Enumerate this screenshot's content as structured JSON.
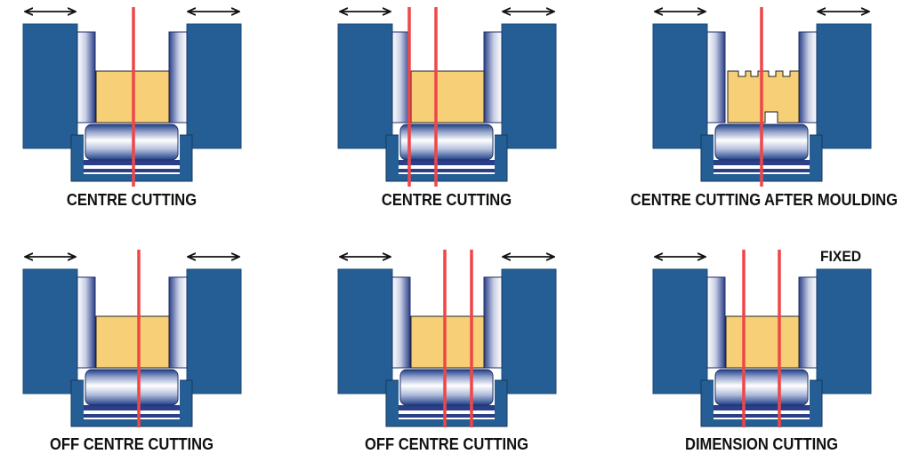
{
  "colors": {
    "jaw": "#245e94",
    "jaw_edge": "#1d4c78",
    "workpiece": "#f7cf76",
    "blade": "#ef4648",
    "frame": "#245e94",
    "arrow": "#111111"
  },
  "panels": [
    {
      "caption": "CENTRE CUTTING",
      "blades": 1,
      "moulding": false,
      "left_arrow": true,
      "right_arrow": true
    },
    {
      "caption": "CENTRE CUTTING",
      "blades": 2,
      "moulding": false,
      "left_arrow": true,
      "right_arrow": true
    },
    {
      "caption": "CENTRE CUTTING AFTER MOULDING",
      "blades": 1,
      "moulding": true,
      "left_arrow": true,
      "right_arrow": true
    },
    {
      "caption": "OFF CENTRE CUTTING",
      "blades": 1,
      "moulding": false,
      "left_arrow": true,
      "right_arrow": true
    },
    {
      "caption": "OFF CENTRE CUTTING",
      "blades": 2,
      "moulding": false,
      "left_arrow": true,
      "right_arrow": true
    },
    {
      "caption": "DIMENSION CUTTING",
      "blades": 2,
      "moulding": false,
      "left_arrow": true,
      "right_arrow": false,
      "right_label": "FIXED"
    }
  ]
}
